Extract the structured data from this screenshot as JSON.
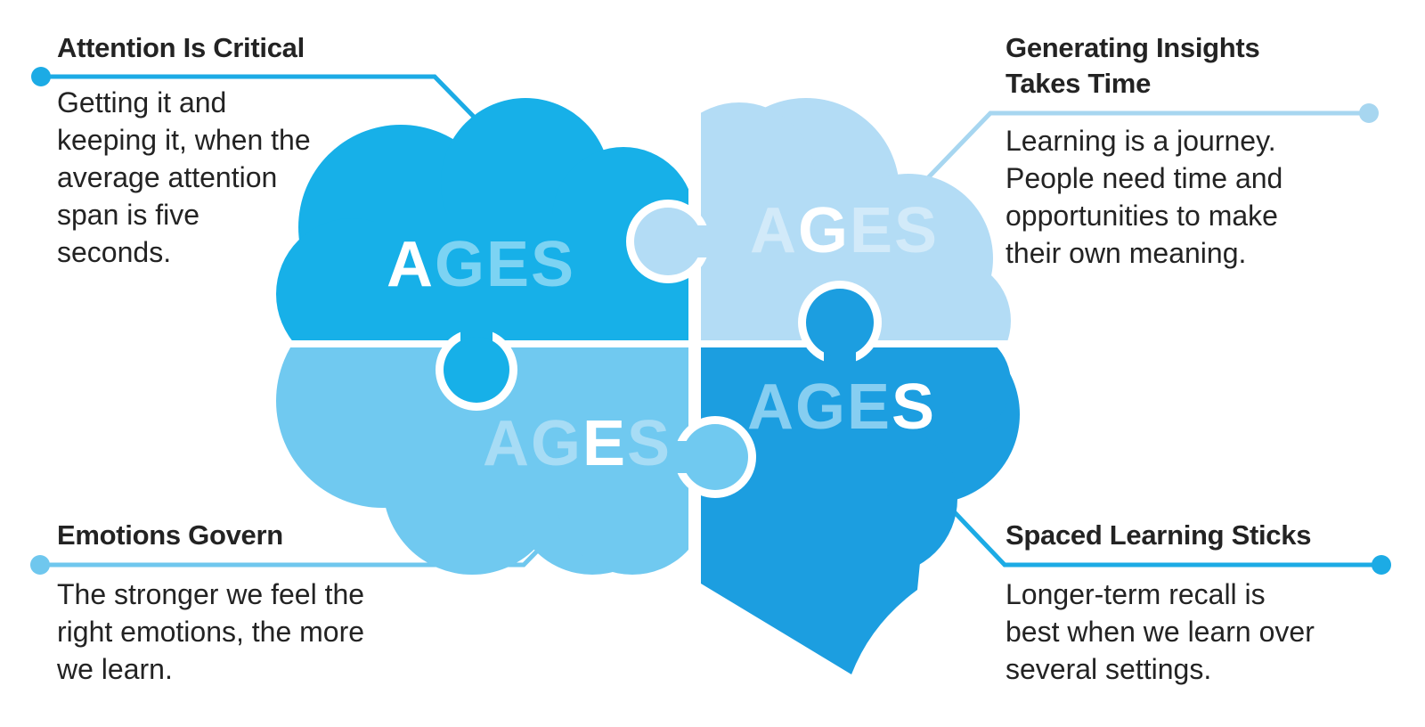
{
  "callouts": {
    "attention": {
      "heading": "Attention Is Critical",
      "body": "Getting it and\nkeeping it, when the\naverage attention\nspan is five\nseconds."
    },
    "generation": {
      "heading": "Generating Insights\nTakes Time",
      "body": "Learning is a journey.\nPeople need time and\nopportunities to make\ntheir own meaning."
    },
    "emotion": {
      "heading": "Emotions Govern",
      "body": "The stronger we feel the\nright emotions, the more\nwe learn."
    },
    "spacing": {
      "heading": "Spaced Learning Sticks",
      "body": "Longer-term recall is\nbest when we learn over\nseveral settings."
    }
  },
  "puzzle": {
    "word": "AGES",
    "pieces": [
      {
        "name": "attention",
        "position": "top-left",
        "pre": "",
        "highlight": "A",
        "post": "GES"
      },
      {
        "name": "generation",
        "position": "top-right",
        "pre": "A",
        "highlight": "G",
        "post": "ES"
      },
      {
        "name": "emotion",
        "position": "bottom-left",
        "pre": "AG",
        "highlight": "E",
        "post": "S"
      },
      {
        "name": "spacing",
        "position": "bottom-right",
        "pre": "AGE",
        "highlight": "S",
        "post": ""
      }
    ]
  },
  "colors": {
    "piece_attention": "#17B0E8",
    "piece_generation": "#B3DCF5",
    "piece_emotion": "#70C9F0",
    "piece_spacing": "#1C9EE0",
    "dim_letter_attention": "#7CD3F3",
    "dim_letter_generation": "#D2EAF9",
    "dim_letter_emotion": "#A7DCF5",
    "dim_letter_spacing": "#86CEF1",
    "highlight_letter": "#FFFFFF",
    "line_bright": "#1CABE5",
    "line_pale": "#A7D6F0",
    "line_light": "#6FC7EE",
    "text": "#232323",
    "background": "#FFFFFF"
  }
}
